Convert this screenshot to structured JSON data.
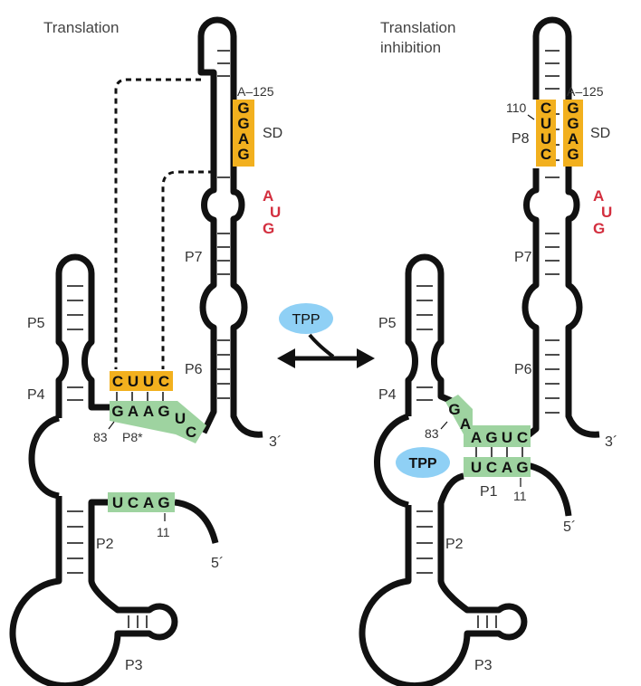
{
  "left_panel": {
    "title": "Translation",
    "helix_labels": {
      "p2": "P2",
      "p3": "P3",
      "p4": "P4",
      "p5": "P5",
      "p6": "P6",
      "p7": "P7",
      "p8star": "P8*"
    },
    "position_labels": {
      "pos125": "A–125",
      "pos83": "83",
      "pos11": "11"
    },
    "sd_label": "SD",
    "end_labels": {
      "three_prime": "3´",
      "five_prime": "5´"
    },
    "sd_nucleotides": [
      "G",
      "G",
      "A",
      "G"
    ],
    "start_codon": [
      "A",
      "U",
      "G"
    ],
    "orange_block": [
      "C",
      "U",
      "U",
      "C"
    ],
    "green_block": [
      "G",
      "A",
      "A",
      "G"
    ],
    "green_tail": [
      "U",
      "C"
    ],
    "ucag_block": [
      "U",
      "C",
      "A",
      "G"
    ]
  },
  "right_panel": {
    "title_line1": "Translation",
    "title_line2": "inhibition",
    "helix_labels": {
      "p1": "P1",
      "p2": "P2",
      "p3": "P3",
      "p4": "P4",
      "p5": "P5",
      "p6": "P6",
      "p7": "P7",
      "p8": "P8"
    },
    "position_labels": {
      "pos125": "A–125",
      "pos110": "110",
      "pos83": "83",
      "pos11": "11"
    },
    "sd_label": "SD",
    "end_labels": {
      "three_prime": "3´",
      "five_prime": "5´"
    },
    "p8_left": [
      "C",
      "U",
      "U",
      "C"
    ],
    "p8_right": [
      "G",
      "G",
      "A",
      "G"
    ],
    "start_codon": [
      "A",
      "U",
      "G"
    ],
    "green_ga": [
      "G",
      "A"
    ],
    "green_aguc": [
      "A",
      "G",
      "U",
      "C"
    ],
    "green_ucag": [
      "U",
      "C",
      "A",
      "G"
    ],
    "tpp_bound": "TPP"
  },
  "center": {
    "tpp_free": "TPP"
  },
  "colors": {
    "orange": "#f2b01e",
    "green": "#9ed3a0",
    "tpp_blue": "#8fd0f5",
    "start_codon_red": "#d32f3f",
    "backbone": "#111111"
  }
}
